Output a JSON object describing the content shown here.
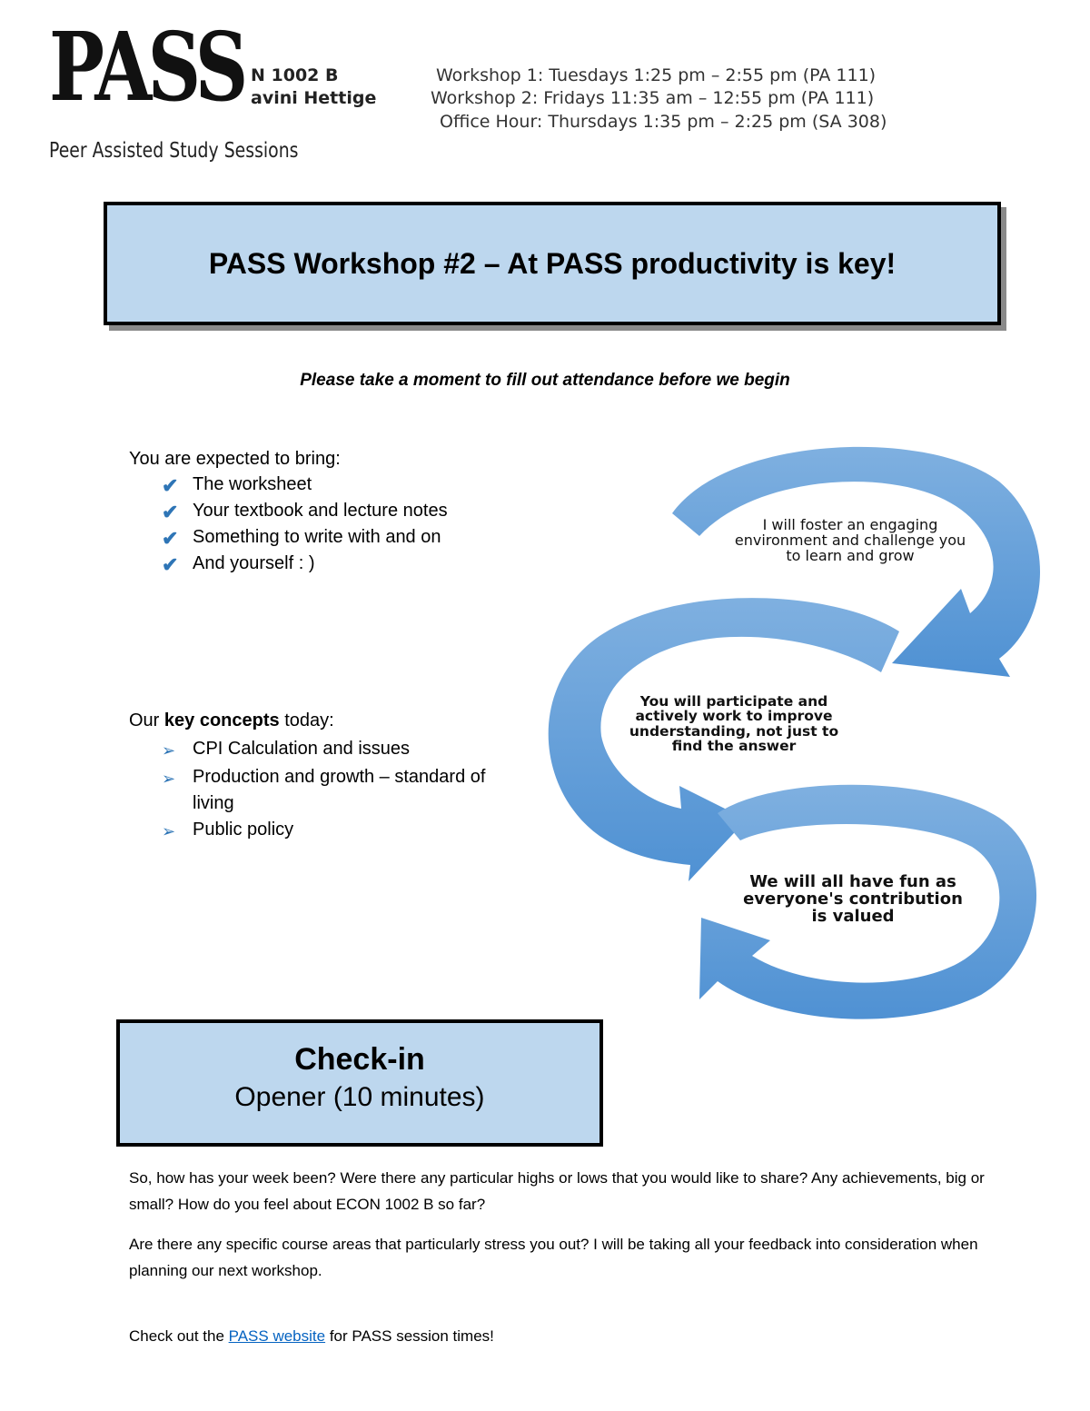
{
  "header": {
    "logo_word": "PASS",
    "logo_tagline": "Peer Assisted Study Sessions",
    "course_code": "N 1002 B",
    "course_leader": "avini Hettige",
    "workshop_1": "Workshop 1: Tuesdays 1:25 pm – 2:55 pm (PA 111)",
    "workshop_2": "Workshop 2: Fridays 11:35 am – 12:55 pm (PA 111)",
    "office_hour": "Office Hour: Thursdays 1:35 pm – 2:25 pm (SA 308)"
  },
  "title": "PASS Workshop #2 – At PASS productivity is key!",
  "attendance_note": "Please take a moment to fill out attendance before we begin",
  "bring": {
    "heading": "You are expected to bring:",
    "items": [
      "The worksheet",
      "Your textbook and lecture notes",
      "Something to write with and on",
      "And yourself : )"
    ]
  },
  "concepts": {
    "heading_prefix": "Our ",
    "heading_bold": "key concepts",
    "heading_suffix": " today:",
    "items": [
      "CPI Calculation and issues",
      "Production and growth – standard of living",
      "Public policy"
    ]
  },
  "cycle": {
    "accent_color": "#5b9bd5",
    "steps": [
      "I will foster an engaging environment and challenge you to learn and grow",
      "You will participate and actively work to improve understanding, not just to find the answer",
      "We will all have fun as everyone's contribution is valued"
    ]
  },
  "checkin": {
    "title": "Check-in",
    "subtitle": "Opener (10 minutes)"
  },
  "paragraphs": {
    "p1": "So, how has your week been? Were there any particular highs or lows that you would like to share? Any achievements, big or small? How do you feel about ECON 1002 B so far?",
    "p2": "Are there any specific course areas that particularly stress you out? I will be taking all your feedback into consideration when planning our next workshop.",
    "p3_before": "Check out the ",
    "p3_link": "PASS website",
    "p3_after": " for PASS session times!"
  },
  "colors": {
    "box_fill": "#bdd7ee",
    "link": "#0563c1",
    "bullet": "#2e75b6"
  }
}
